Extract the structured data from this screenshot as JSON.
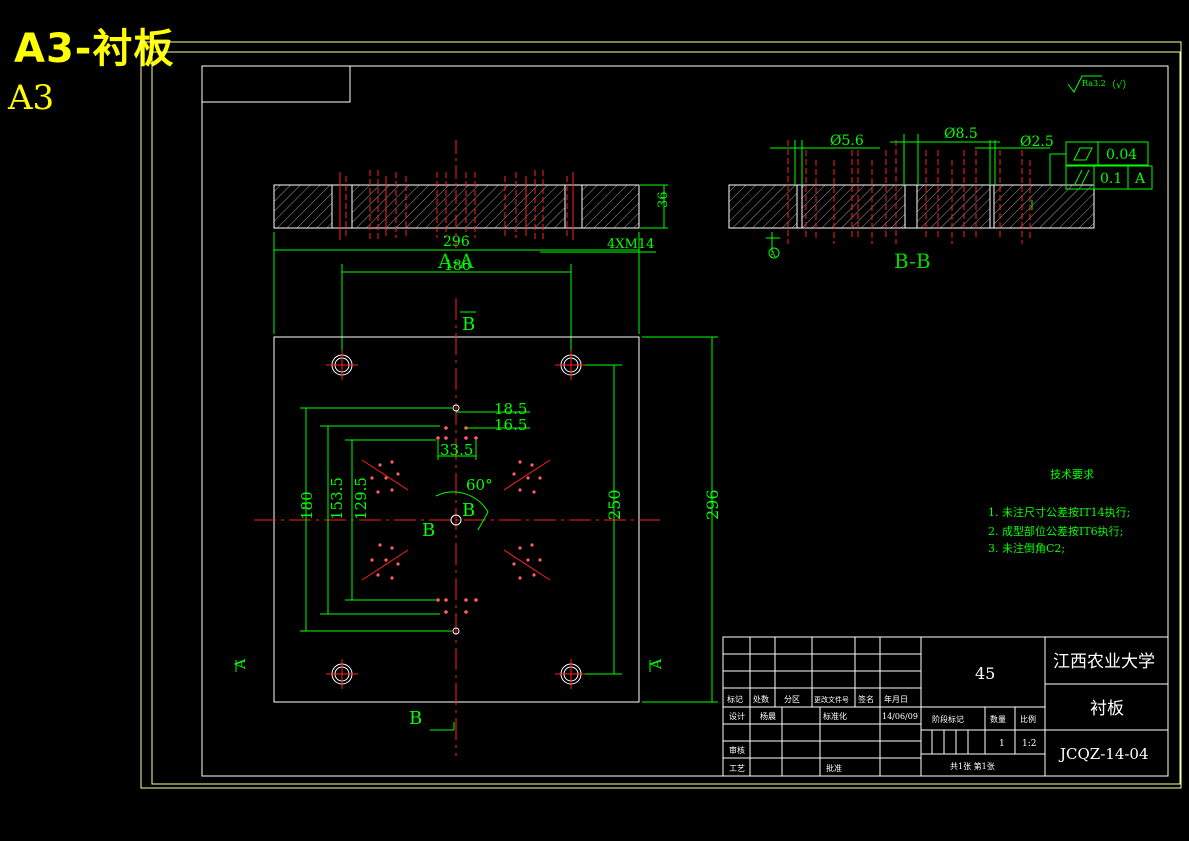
{
  "header": {
    "title": "A3-衬板",
    "sheet_size": "A3"
  },
  "roughness": {
    "symbol_text": "Ra3.2",
    "suffix": "（√）"
  },
  "section_view": {
    "label": "B-B",
    "dims": {
      "d1": "Ø5.6",
      "d2": "Ø8.5",
      "d3": "Ø2.5"
    },
    "datum": "A",
    "tolerances": [
      {
        "symbol": "flatness",
        "value": "0.04"
      },
      {
        "symbol": "parallelism",
        "value": "0.1",
        "datum": "A"
      }
    ]
  },
  "top_view": {
    "thickness": "36",
    "width": "296",
    "hole_spacing": "186",
    "thread_note": "4XM14",
    "section_label": "A-A"
  },
  "plan_view": {
    "cut_label": "B",
    "height_overall": "296",
    "hole_spacing_v": "250",
    "dims_left": [
      "180",
      "153.5",
      "129.5"
    ],
    "dims_top": [
      "18.5",
      "16.5",
      "33.5"
    ],
    "angle": "60°",
    "view_label": "A"
  },
  "tech_requirements": {
    "heading": "技术要求",
    "items": [
      "1. 未注尺寸公差按IT14执行;",
      "2. 成型部位公差按IT6执行;",
      "3. 未注倒角C2;"
    ]
  },
  "title_block": {
    "material": "45",
    "school": "江西农业大学",
    "part_name": "衬板",
    "drawing_no": "JCQZ-14-04",
    "quantity": "1",
    "scale": "1:2",
    "date": "14/06/09",
    "designer": "杨晨",
    "sheets": "共1张  第1张",
    "labels": {
      "mark": "标记",
      "count": "处数",
      "zone": "分区",
      "change_doc": "更改文件号",
      "sign": "签名",
      "ymd": "年月日",
      "design": "设计",
      "standard": "标准化",
      "stage_mark": "阶段标记",
      "weight": "数量",
      "ratio": "比例",
      "review": "审核",
      "process": "工艺",
      "approve": "批准"
    }
  },
  "colors": {
    "frame": "#ffff99",
    "outline": "#ffffff",
    "dimension": "#00ff00",
    "center": "#ff0000",
    "hatch": "#c0c0c0"
  }
}
